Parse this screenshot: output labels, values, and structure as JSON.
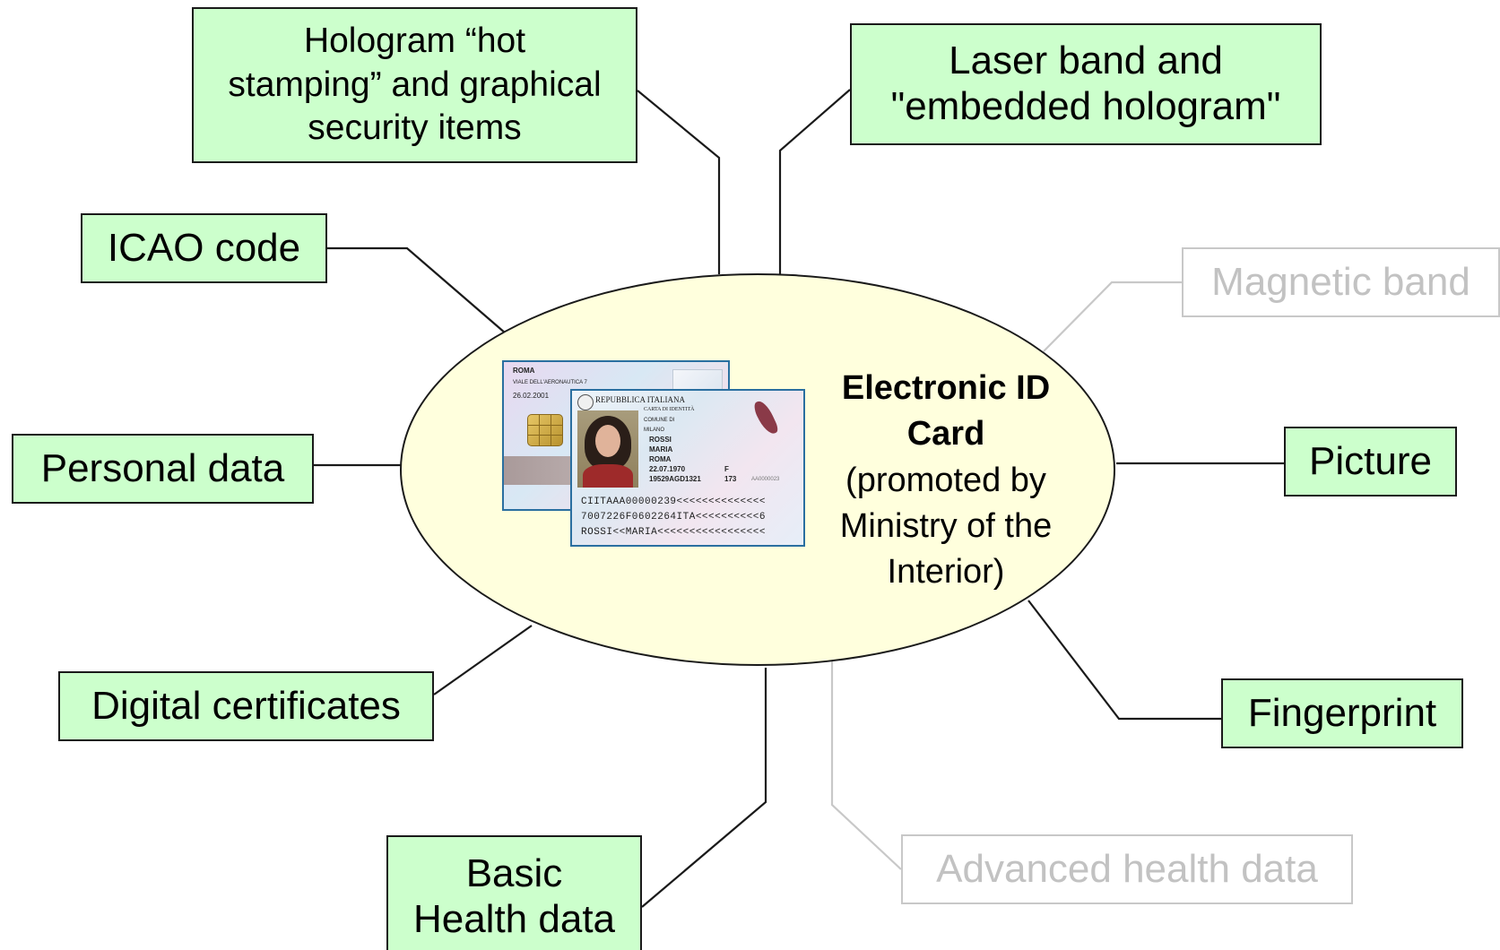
{
  "center": {
    "title_line1": "Electronic ID",
    "title_line2": "Card",
    "subtitle_line1": "(promoted by",
    "subtitle_line2": "Ministry of the",
    "subtitle_line3": "Interior)"
  },
  "features": {
    "hologram": {
      "line1": "Hologram “hot",
      "line2": "stamping” and graphical",
      "line3": "security items",
      "active": true
    },
    "laser_band": {
      "line1": "Laser band and",
      "line2": "\"embedded hologram\"",
      "active": true
    },
    "icao_code": {
      "label": "ICAO code",
      "active": true
    },
    "magnetic_band": {
      "label": "Magnetic band",
      "active": false
    },
    "personal_data": {
      "label": "Personal data",
      "active": true
    },
    "picture": {
      "label": "Picture",
      "active": true
    },
    "digital_certificates": {
      "label": "Digital certificates",
      "active": true
    },
    "fingerprint": {
      "label": "Fingerprint",
      "active": true
    },
    "basic_health": {
      "line1": "Basic",
      "line2": "Health data",
      "active": true
    },
    "advanced_health": {
      "label": "Advanced health data",
      "active": false
    }
  },
  "card_image": {
    "back": {
      "city": "ROMA",
      "address": "VIALE DELL'AERONAUTICA 7",
      "date": "26.02.2001"
    },
    "front": {
      "header": "REPUBBLICA ITALIANA",
      "doc_type": "CARTA DI IDENTITÀ",
      "comune_label": "COMUNE DI",
      "comune": "MILANO",
      "surname": "ROSSI",
      "name": "MARIA",
      "birthplace": "ROMA",
      "birthdate": "22.07.1970",
      "sex": "F",
      "number": "19529AGD1321",
      "height": "173",
      "serial": "AA0000023",
      "mrz_line1": "CIITAAA00000239<<<<<<<<<<<<<<",
      "mrz_line2": "7007226F0602264ITA<<<<<<<<<<6",
      "mrz_line3": "ROSSI<<MARIA<<<<<<<<<<<<<<<<<"
    }
  },
  "colors": {
    "active_fill": "#ccffcc",
    "ellipse_fill": "#ffffdd",
    "connector": "#1a1a1a",
    "inactive": "#c2c2c2"
  }
}
